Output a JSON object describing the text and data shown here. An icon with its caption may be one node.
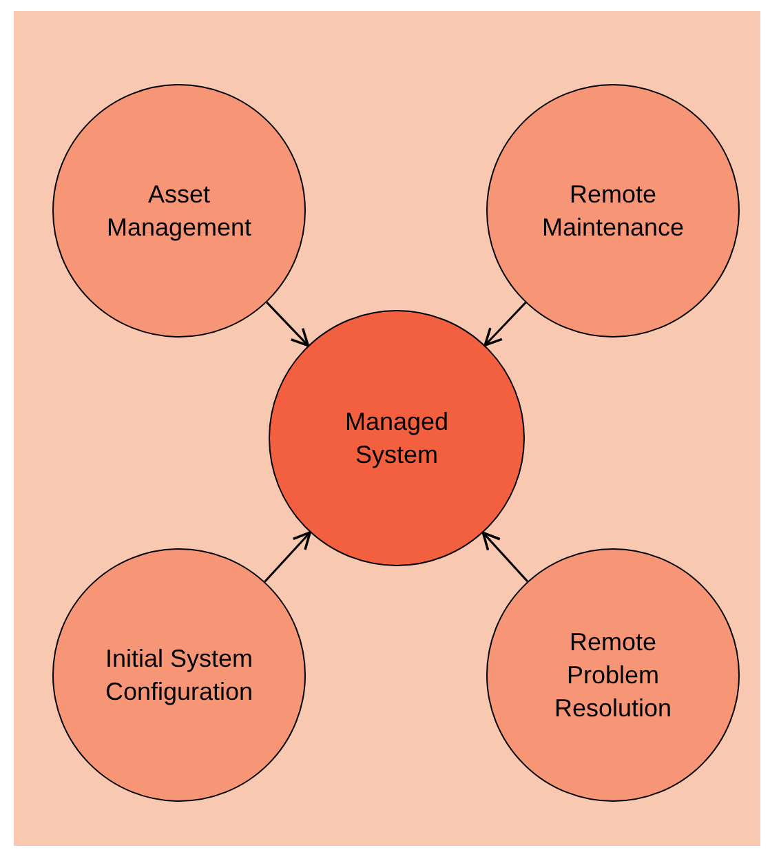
{
  "diagram": {
    "nodes": [
      {
        "text": [
          "Asset Management"
        ]
      },
      {
        "text": [
          "Remote Maintenance"
        ]
      },
      {
        "text": [
          "Managed System"
        ]
      },
      {
        "text": [
          "Initial System Configuration"
        ]
      },
      {
        "text": [
          "Remote Problem Resolution"
        ]
      }
    ],
    "edges": [
      {
        "from": 0,
        "to": 2,
        "arrow": "to"
      },
      {
        "from": 1,
        "to": 2,
        "arrow": "to"
      },
      {
        "from": 3,
        "to": 2,
        "arrow": "to"
      },
      {
        "from": 4,
        "to": 2,
        "arrow": "to"
      }
    ]
  }
}
